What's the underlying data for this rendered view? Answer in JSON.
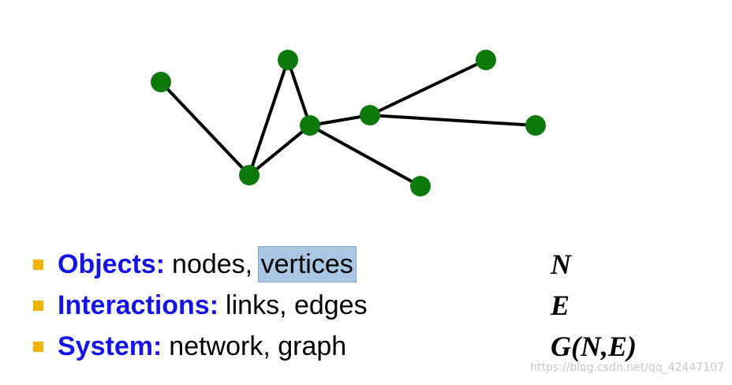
{
  "colors": {
    "node": "#0b7a0b",
    "edge": "#000000",
    "term": "#1414e6",
    "bullet": "#f0b400",
    "highlight": "#a9c6e3"
  },
  "graph": {
    "nodes": [
      "n1",
      "n2",
      "n3",
      "n4",
      "n5",
      "n6",
      "n7",
      "n8"
    ],
    "edges": [
      [
        "n1",
        "n2"
      ],
      [
        "n2",
        "n3"
      ],
      [
        "n3",
        "n4"
      ],
      [
        "n2",
        "n4"
      ],
      [
        "n4",
        "n5"
      ],
      [
        "n5",
        "n6"
      ],
      [
        "n5",
        "n7"
      ],
      [
        "n4",
        "n8"
      ]
    ]
  },
  "bullets": [
    {
      "term": "Objects:",
      "text": "nodes, ",
      "highlighted": "vertices",
      "symbol": "N"
    },
    {
      "term": "Interactions:",
      "text": "links, edges",
      "symbol": "E"
    },
    {
      "term": "System:",
      "text": "network, graph",
      "symbol": "G(N,E)"
    }
  ],
  "watermark": "https://blog.csdn.net/qq_42447107"
}
